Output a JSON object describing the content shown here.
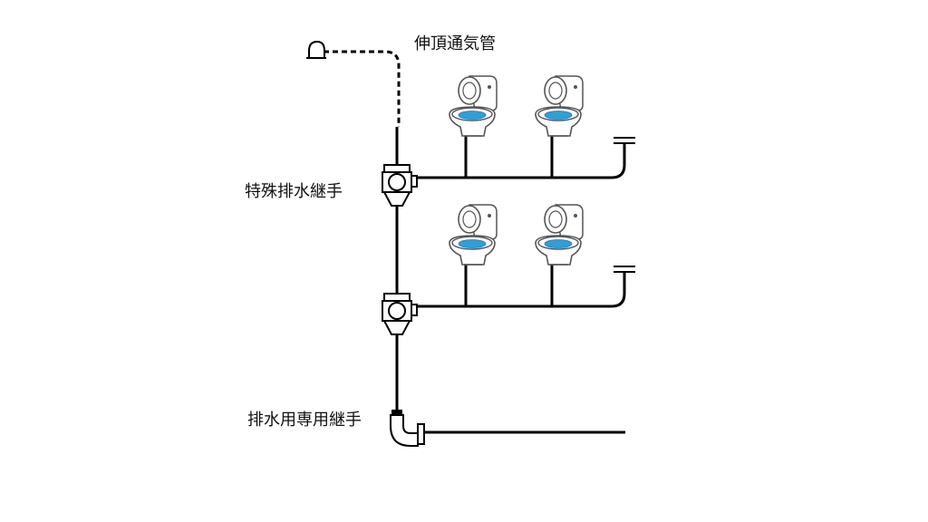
{
  "labels": {
    "vent_pipe": "伸頂通気管",
    "special_fitting": "特殊排水継手",
    "drain_fitting": "排水用専用継手"
  },
  "colors": {
    "pipe": "#000000",
    "water": "#2f9fd8",
    "fixture_fill": "#ffffff",
    "fixture_stroke": "#555555"
  },
  "icons": {
    "vent_cap": "vent-cap-icon",
    "toilet": "toilet-icon",
    "floor_drain": "floor-drain-icon"
  }
}
